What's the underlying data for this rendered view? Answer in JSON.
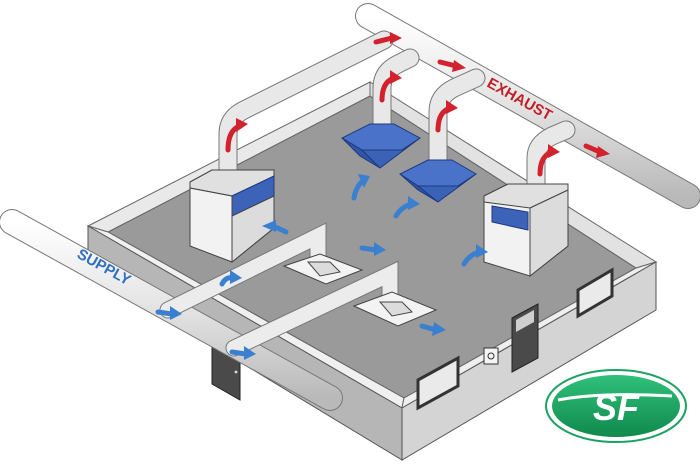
{
  "labels": {
    "supply": "SUPPLY",
    "exhaust": "EXHAUST"
  },
  "logo": {
    "text": "SF"
  },
  "colors": {
    "supply_arrow": "#3b7fd0",
    "exhaust_arrow": "#d1222e",
    "supply_label": "#2f6fc0",
    "exhaust_label": "#c0202a",
    "hood_blue": "#3d63b8",
    "floor": "#9a9a9a",
    "wall_top": "#e9e9e9",
    "wall_face": "#b6b6b6",
    "duct": "#e6e6e6",
    "logo_green": "#1aa260"
  }
}
